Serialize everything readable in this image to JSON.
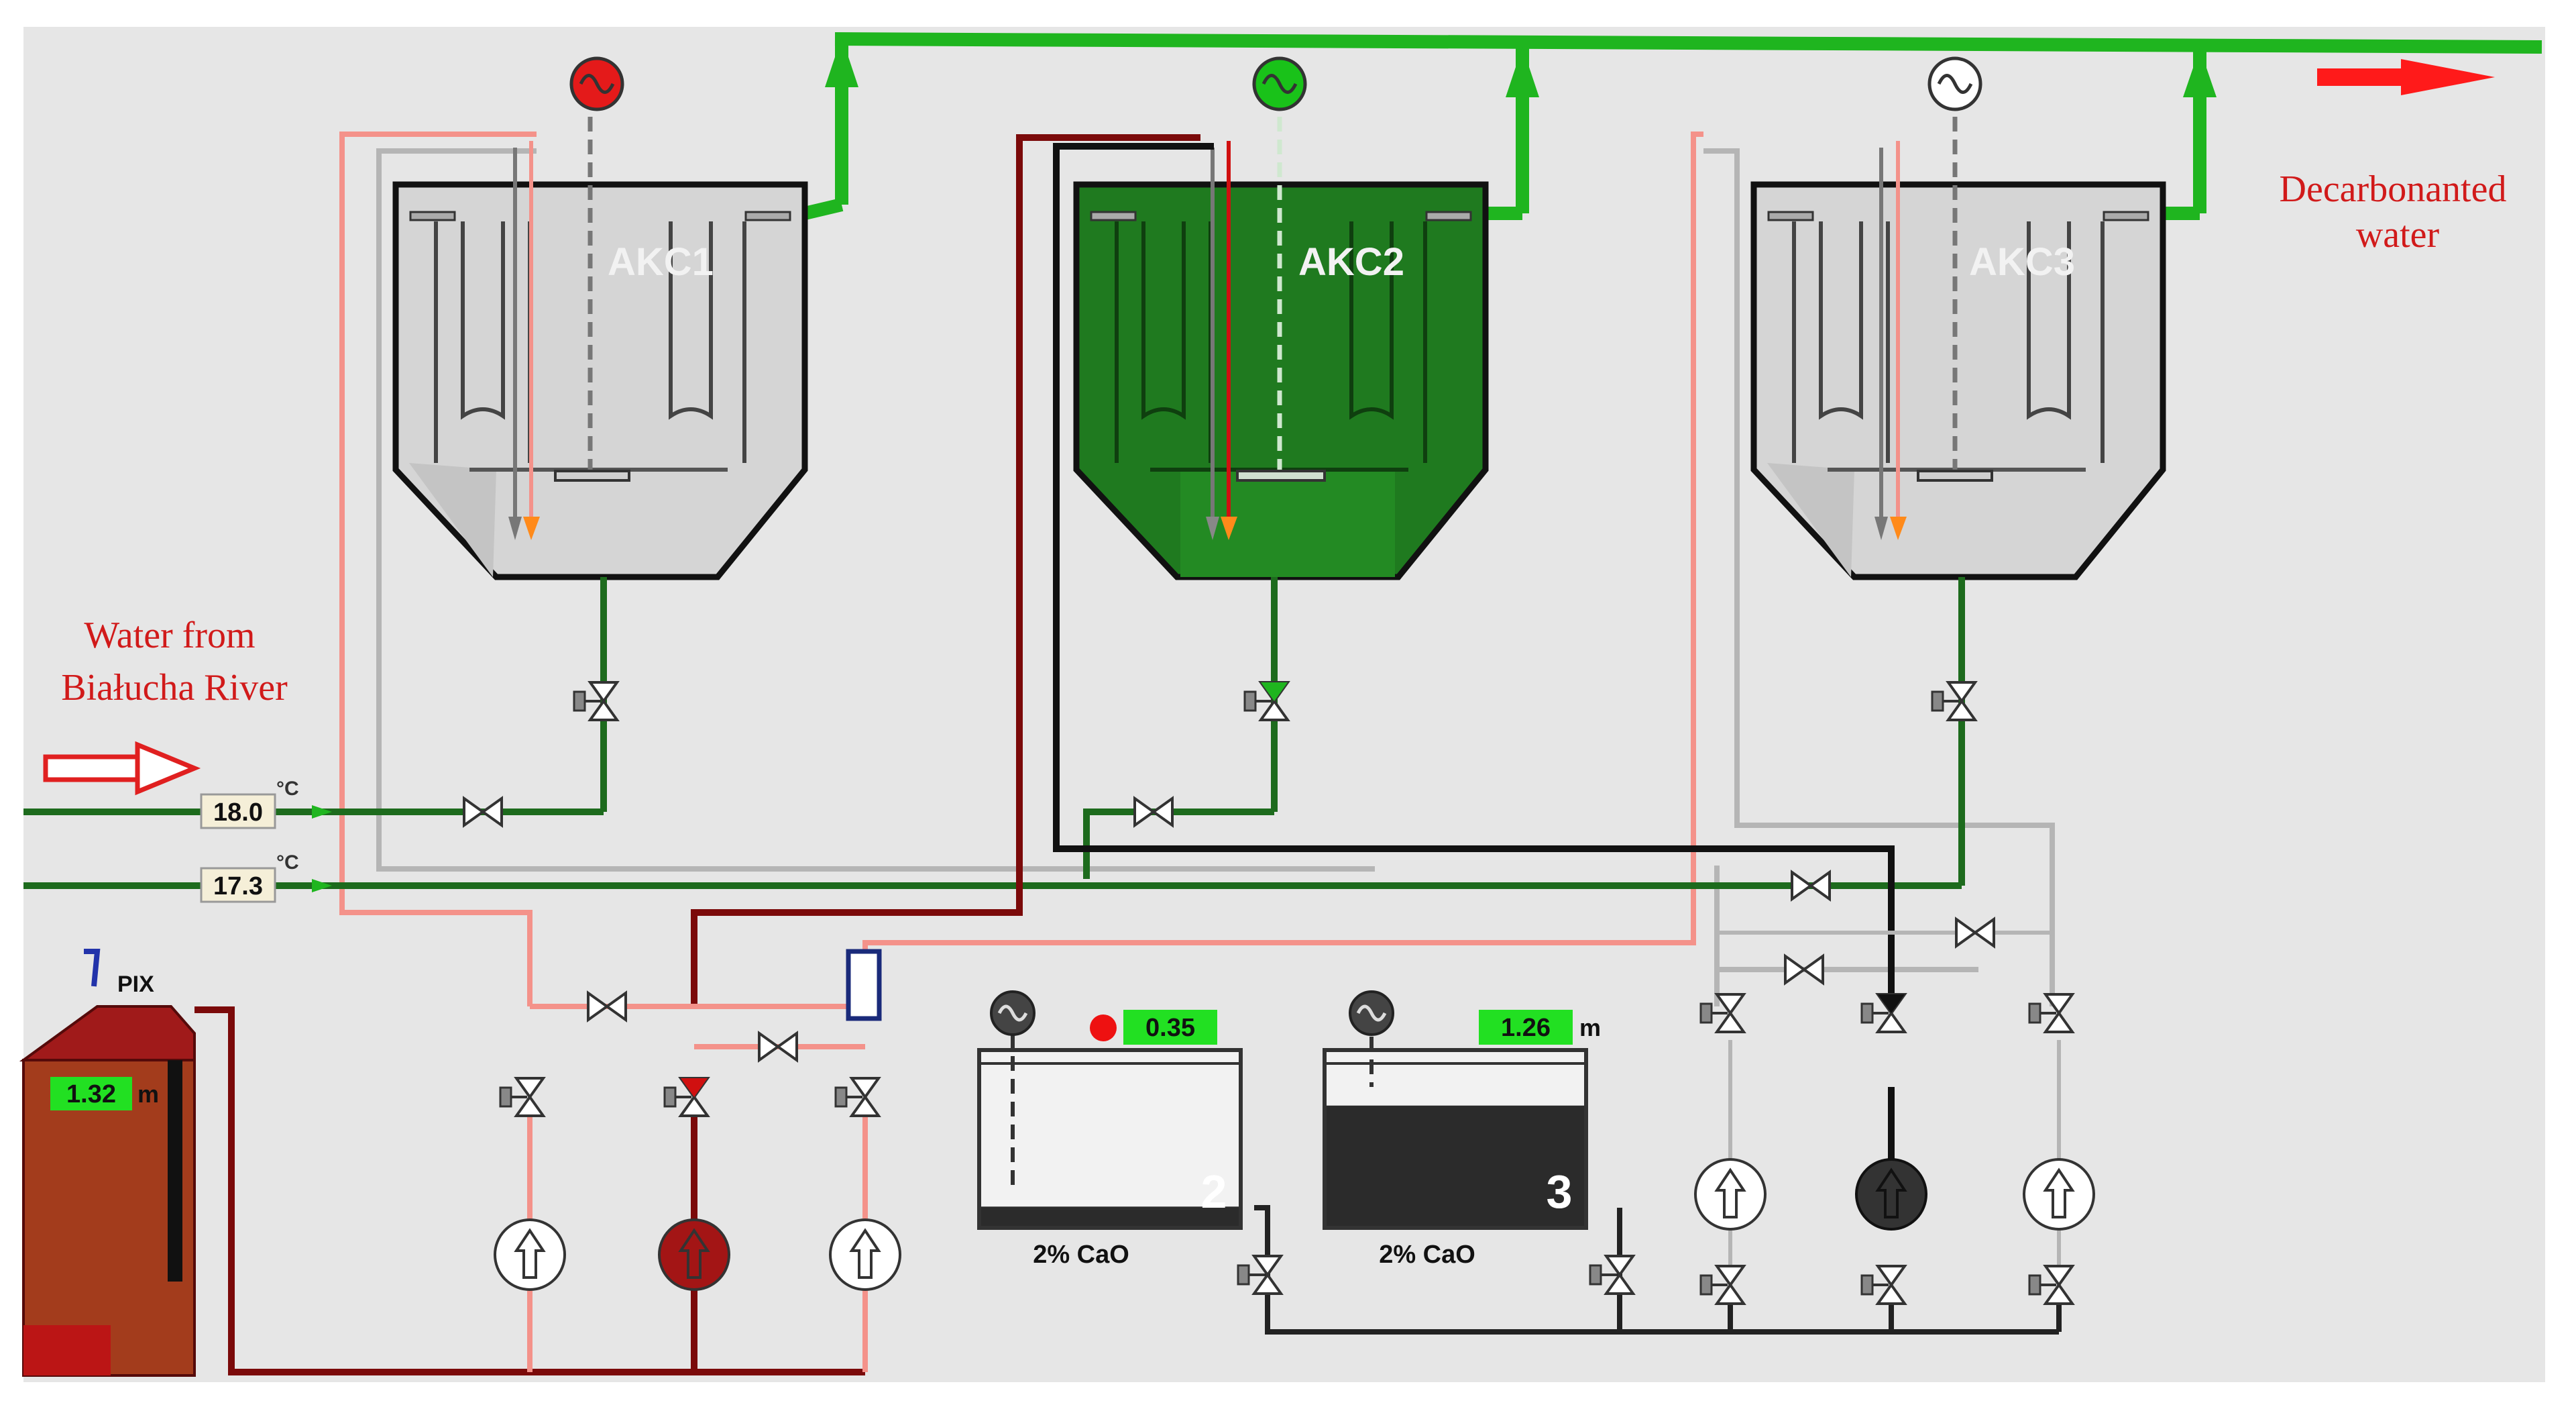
{
  "tanks": {
    "akc1": {
      "label": "AKC1",
      "state": "idle"
    },
    "akc2": {
      "label": "AKC2",
      "state": "active"
    },
    "akc3": {
      "label": "AKC3",
      "state": "idle"
    }
  },
  "mixer_status": {
    "akc1": {
      "status": "fault",
      "color": "#e41a1a",
      "glyph": "~"
    },
    "akc2": {
      "status": "running",
      "color": "#19c219",
      "glyph": "~"
    },
    "akc3": {
      "status": "off",
      "color": "#ffffff",
      "glyph": "~"
    }
  },
  "annotations": {
    "output_label_line1": "Decarbonanted",
    "output_label_line2": "water",
    "input_label_line1": "Water from",
    "input_label_line2": "Białucha River"
  },
  "temperatures": {
    "t1_value": "18.0",
    "t1_unit": "°C",
    "t2_value": "17.3",
    "t2_unit": "°C"
  },
  "pix_tank": {
    "label": "PIX",
    "level_value": "1.32",
    "level_unit": "m"
  },
  "lime_tanks": {
    "tank2": {
      "number": "2",
      "content": "2% CaO",
      "level_value": "0.35",
      "fill_fraction": 0.12
    },
    "tank3": {
      "number": "3",
      "content": "2% CaO",
      "level_value": "1.26",
      "level_unit": "m",
      "fill_fraction": 0.75
    }
  },
  "colors": {
    "background": "#e6e6e6",
    "green_line": "#1fb51f",
    "dark_green_line": "#1d6b1d",
    "active_tank": "#1f7a1f",
    "idle_tank": "#d5d5d5",
    "pink_line": "#f4928a",
    "dark_red_line": "#7b0a0a",
    "pump_red": "#a31515",
    "display_green": "#22e022",
    "arrow_red": "#ff1a1a"
  }
}
